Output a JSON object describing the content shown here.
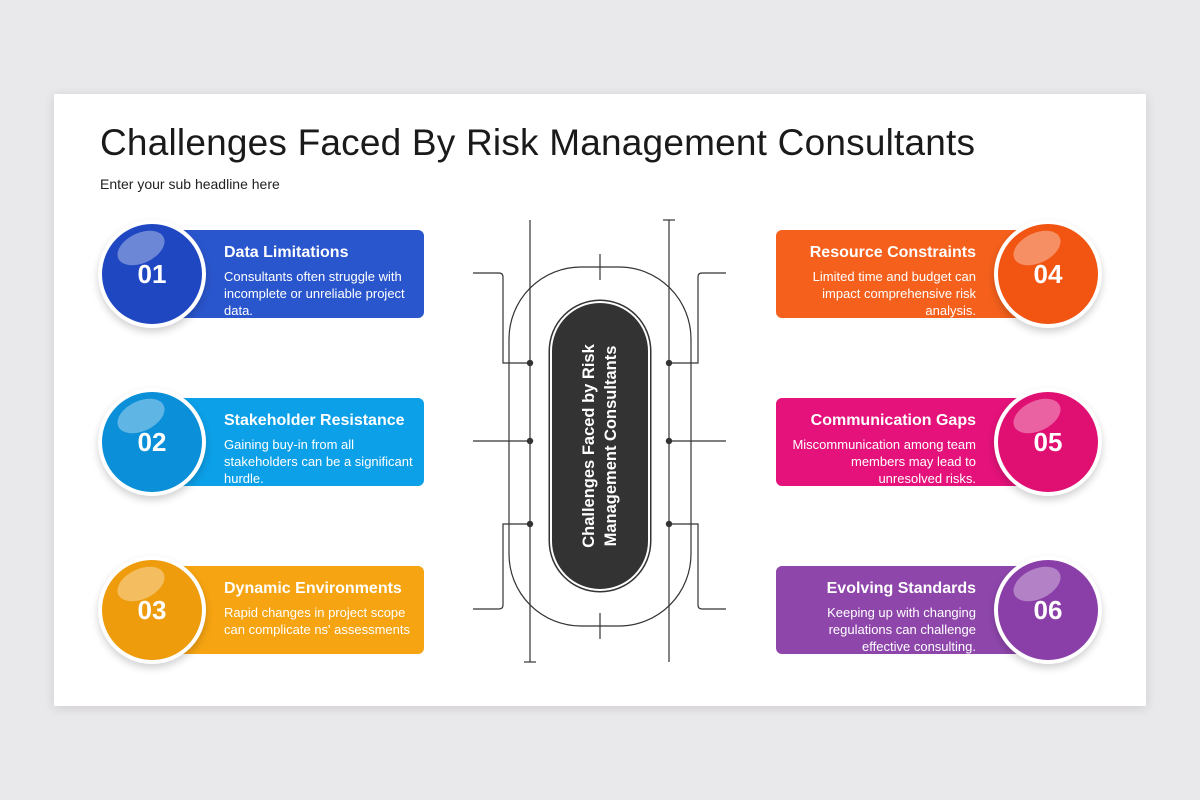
{
  "title": "Challenges Faced By Risk Management Consultants",
  "subtitle": "Enter your sub headline here",
  "center_label": "Challenges Faced by Risk Management Consultants",
  "items": [
    {
      "number": "01",
      "title": "Data Limitations",
      "description": "Consultants often struggle with incomplete or unreliable project data.",
      "bar_color": "#2a56cd",
      "circle_color": "#1f47c2"
    },
    {
      "number": "02",
      "title": "Stakeholder Resistance",
      "description": "Gaining buy-in from all stakeholders can be a significant hurdle.",
      "bar_color": "#0ca0e8",
      "circle_color": "#0a8fd8"
    },
    {
      "number": "03",
      "title": "Dynamic Environments",
      "description": "Rapid changes in project scope can complicate ns' assessments",
      "bar_color": "#f6a411",
      "circle_color": "#ee9c0c"
    },
    {
      "number": "04",
      "title": "Resource Constraints",
      "description": "Limited time and budget can impact comprehensive risk analysis.",
      "bar_color": "#f5601c",
      "circle_color": "#f25412"
    },
    {
      "number": "05",
      "title": "Communication Gaps",
      "description": "Miscommunication among team members may lead to unresolved risks.",
      "bar_color": "#e4127a",
      "circle_color": "#e00f72"
    },
    {
      "number": "06",
      "title": "Evolving Standards",
      "description": "Keeping up with changing regulations can challenge effective consulting.",
      "bar_color": "#8e46ab",
      "circle_color": "#8a3fa8"
    }
  ],
  "connector_color": "#333333"
}
